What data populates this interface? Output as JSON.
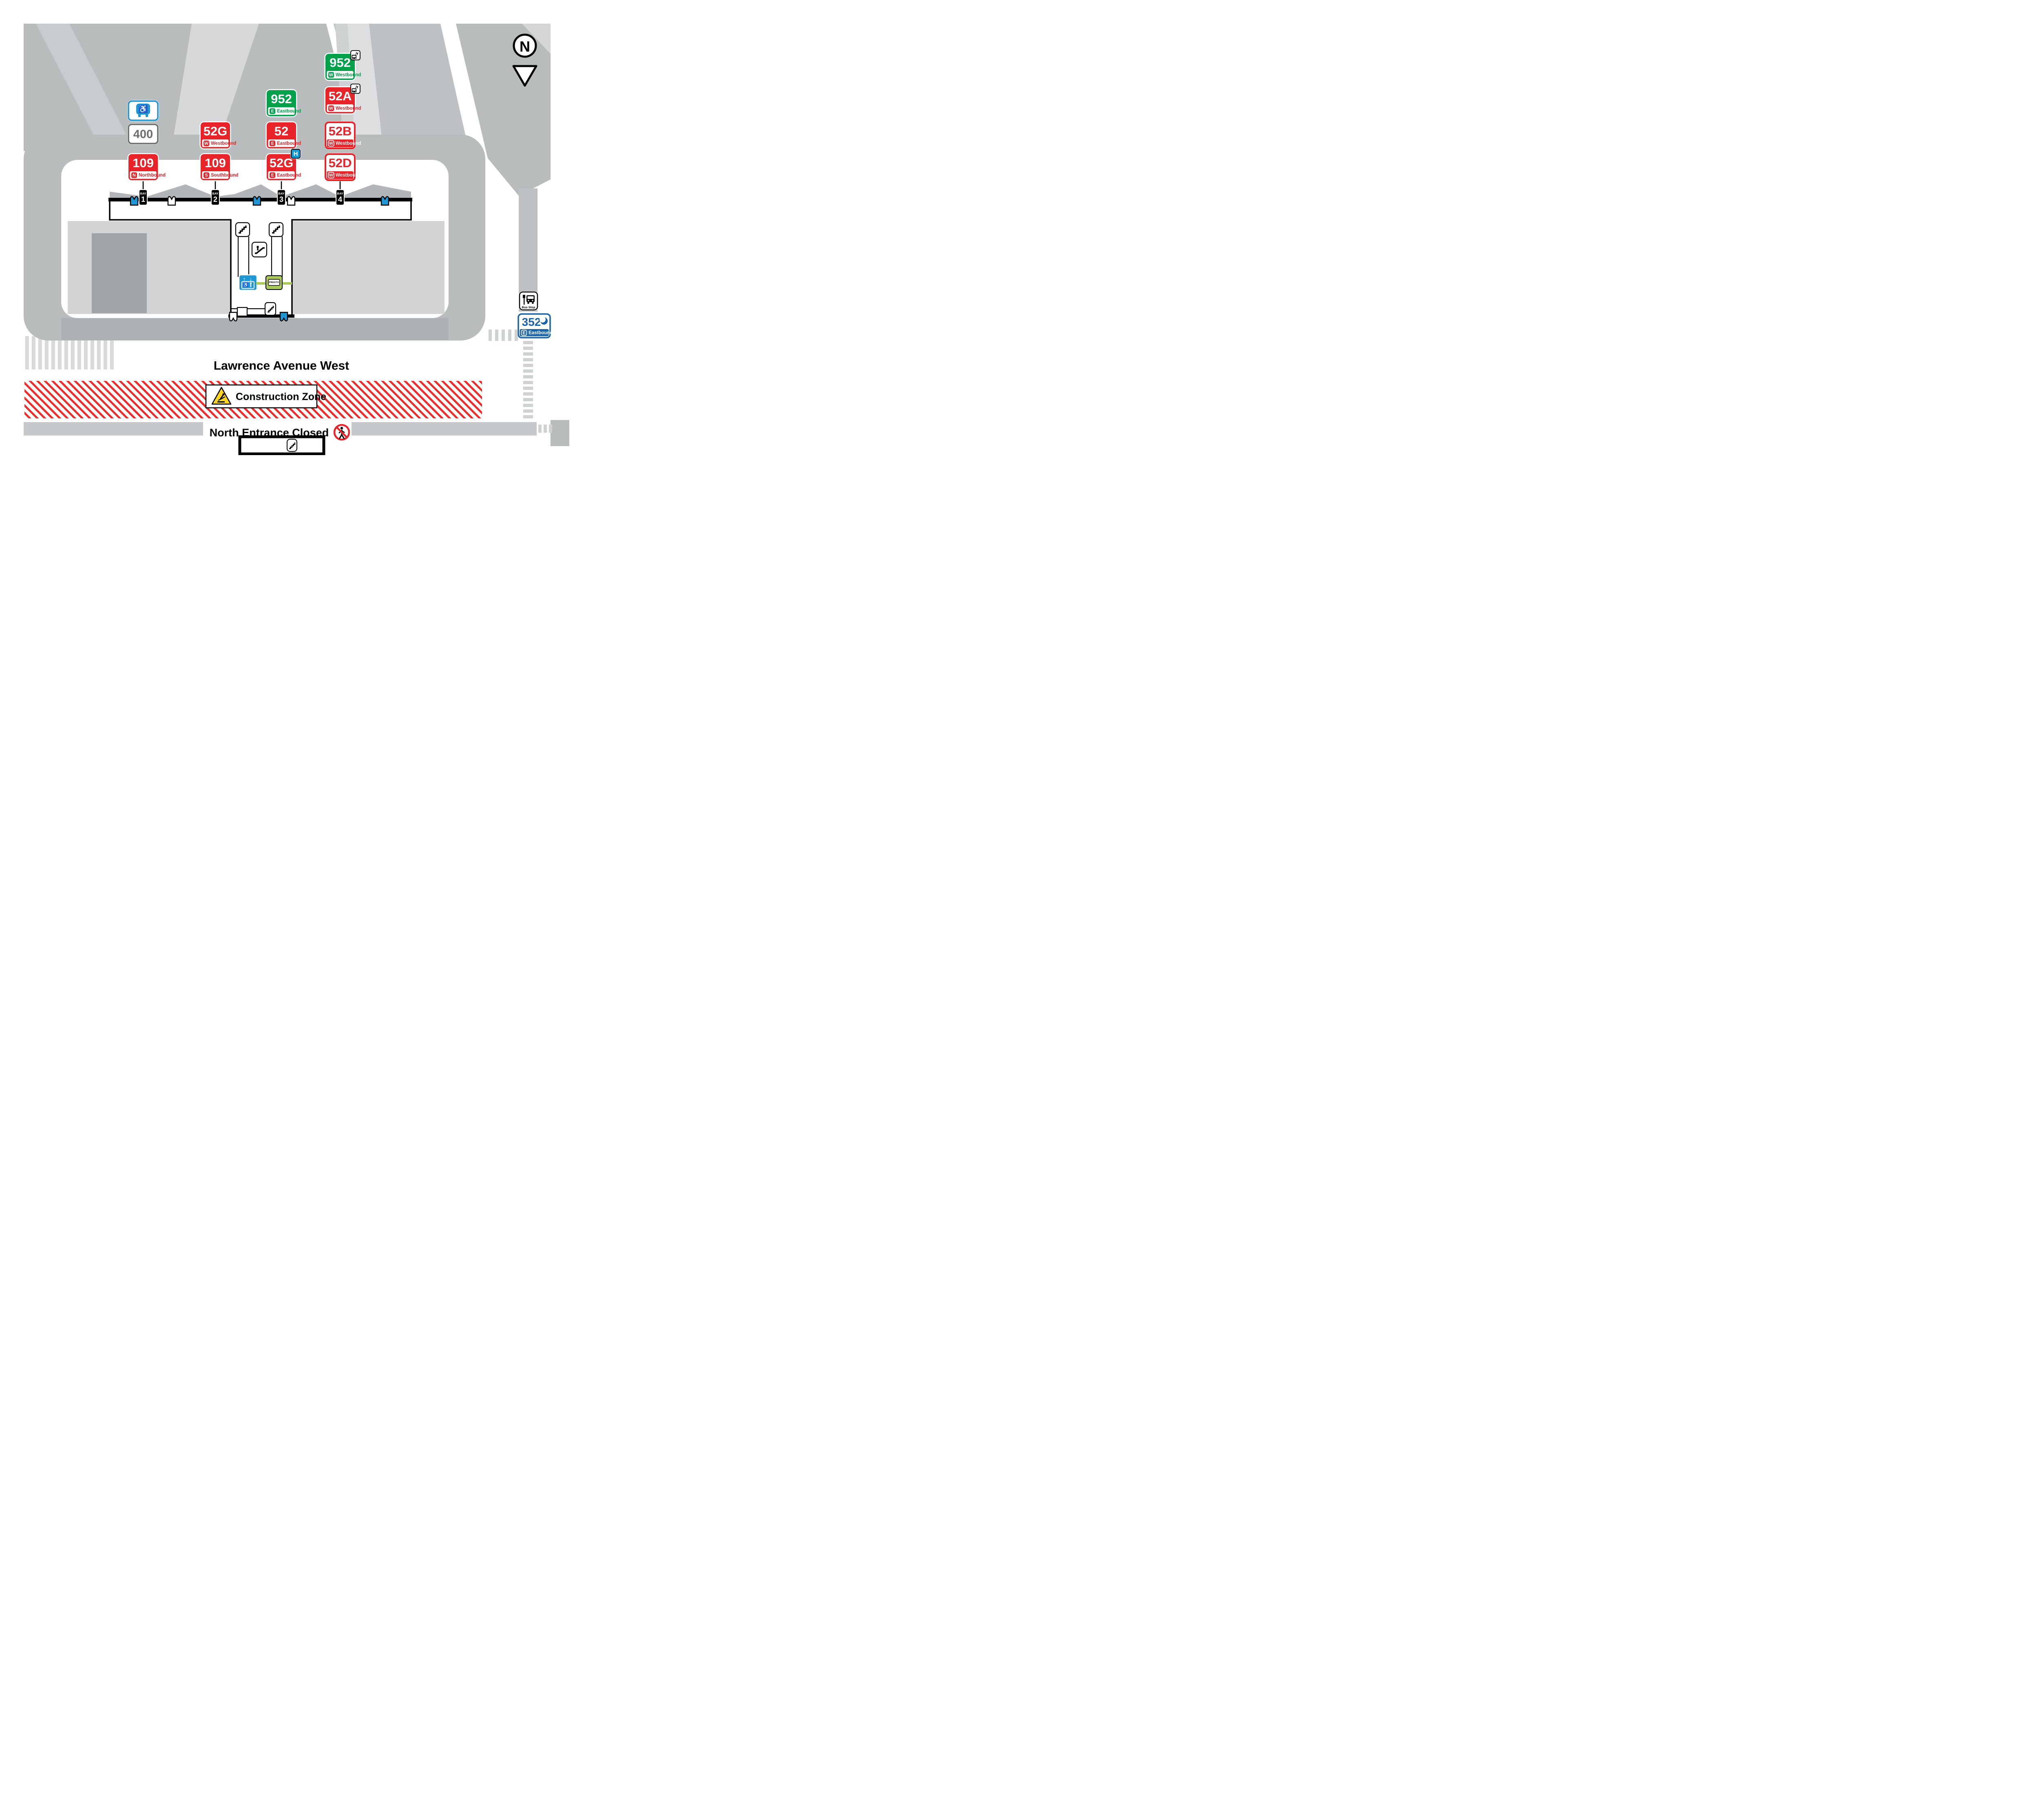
{
  "compass": {
    "label": "N"
  },
  "colors": {
    "red": "#e8232a",
    "green": "#00a14b",
    "blue_dark": "#1b63ab",
    "blue_light": "#2097d5",
    "hospital_blue": "#0f9bd7",
    "presto_green": "#aaca55",
    "warning_yellow": "#ffd41f",
    "road_gray": "#b9bcbd",
    "apron_gray": "#d2d4d6"
  },
  "badges": {
    "accessible": {
      "icon": "accessible-bus-icon"
    },
    "r400": {
      "number": "400"
    },
    "r109n": {
      "number": "109",
      "letter": "N",
      "direction": "Northbound"
    },
    "r52gw": {
      "number": "52G",
      "letter": "W",
      "direction": "Westbound"
    },
    "r109s": {
      "number": "109",
      "letter": "S",
      "direction": "Southbound"
    },
    "r952e": {
      "number": "952",
      "letter": "E",
      "direction": "Eastbound"
    },
    "r52": {
      "number": "52",
      "letter": "E",
      "direction": "Eastbound"
    },
    "r52ge": {
      "number": "52G",
      "letter": "E",
      "direction": "Eastbound"
    },
    "r952w": {
      "number": "952",
      "letter": "W",
      "direction": "Westbound"
    },
    "r52a": {
      "number": "52A",
      "letter": "W",
      "direction": "Westbound"
    },
    "r52b": {
      "number": "52B",
      "letter": "W",
      "direction": "Westbound"
    },
    "r52d": {
      "number": "52D",
      "letter": "W",
      "direction": "Westbound"
    },
    "r352": {
      "number": "352",
      "letter": "E",
      "direction": "Eastbound"
    },
    "hospital": {
      "letter": "H"
    }
  },
  "bays": [
    {
      "label": "BAY",
      "number": "1"
    },
    {
      "label": "BAY",
      "number": "2"
    },
    {
      "label": "BAY",
      "number": "3"
    },
    {
      "label": "BAY",
      "number": "4"
    }
  ],
  "labels": {
    "street": "Lawrence Avenue West",
    "construction": "Construction Zone",
    "entrance_closed": "North Entrance Closed",
    "bus_stop": "Bus Stop",
    "presto": "PRESTO"
  }
}
